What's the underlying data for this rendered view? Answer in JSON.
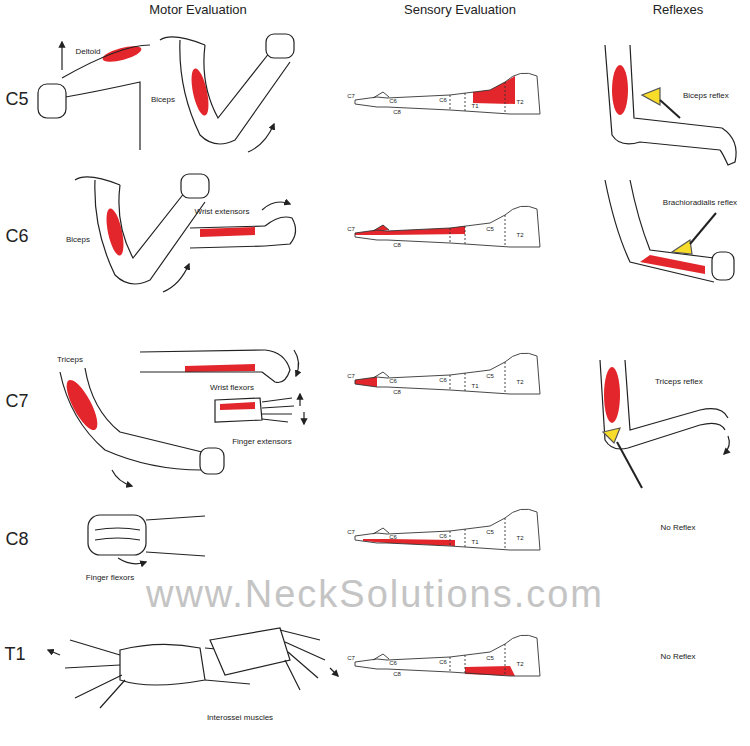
{
  "diagram": {
    "labels": [
      "Motor Evaluation",
      "Sensory Evaluation",
      "Reflexes",
      "C5",
      "Deltoid",
      "Biceps",
      "C7",
      "C6",
      "C8",
      "C6",
      "T1",
      "T2",
      "Biceps reflex",
      "C6",
      "Biceps",
      "Wrist extensors",
      "C7",
      "C8",
      "C5",
      "T2",
      "Brachioradialis reflex",
      "C7",
      "Wrist flexors",
      "Triceps",
      "Finger extensors",
      "C7",
      "C6",
      "C8",
      "C6",
      "T1",
      "C5",
      "T2",
      "Triceps reflex",
      "C8",
      "Finger flexors",
      "C7",
      "C6",
      "C6",
      "T1",
      "C5",
      "T2",
      "No Reflex",
      "T1",
      "Interossei muscles",
      "C7",
      "C6",
      "C8",
      "C6",
      "C5",
      "T2",
      "No Reflex",
      "www.NeckSolutions.com"
    ]
  }
}
